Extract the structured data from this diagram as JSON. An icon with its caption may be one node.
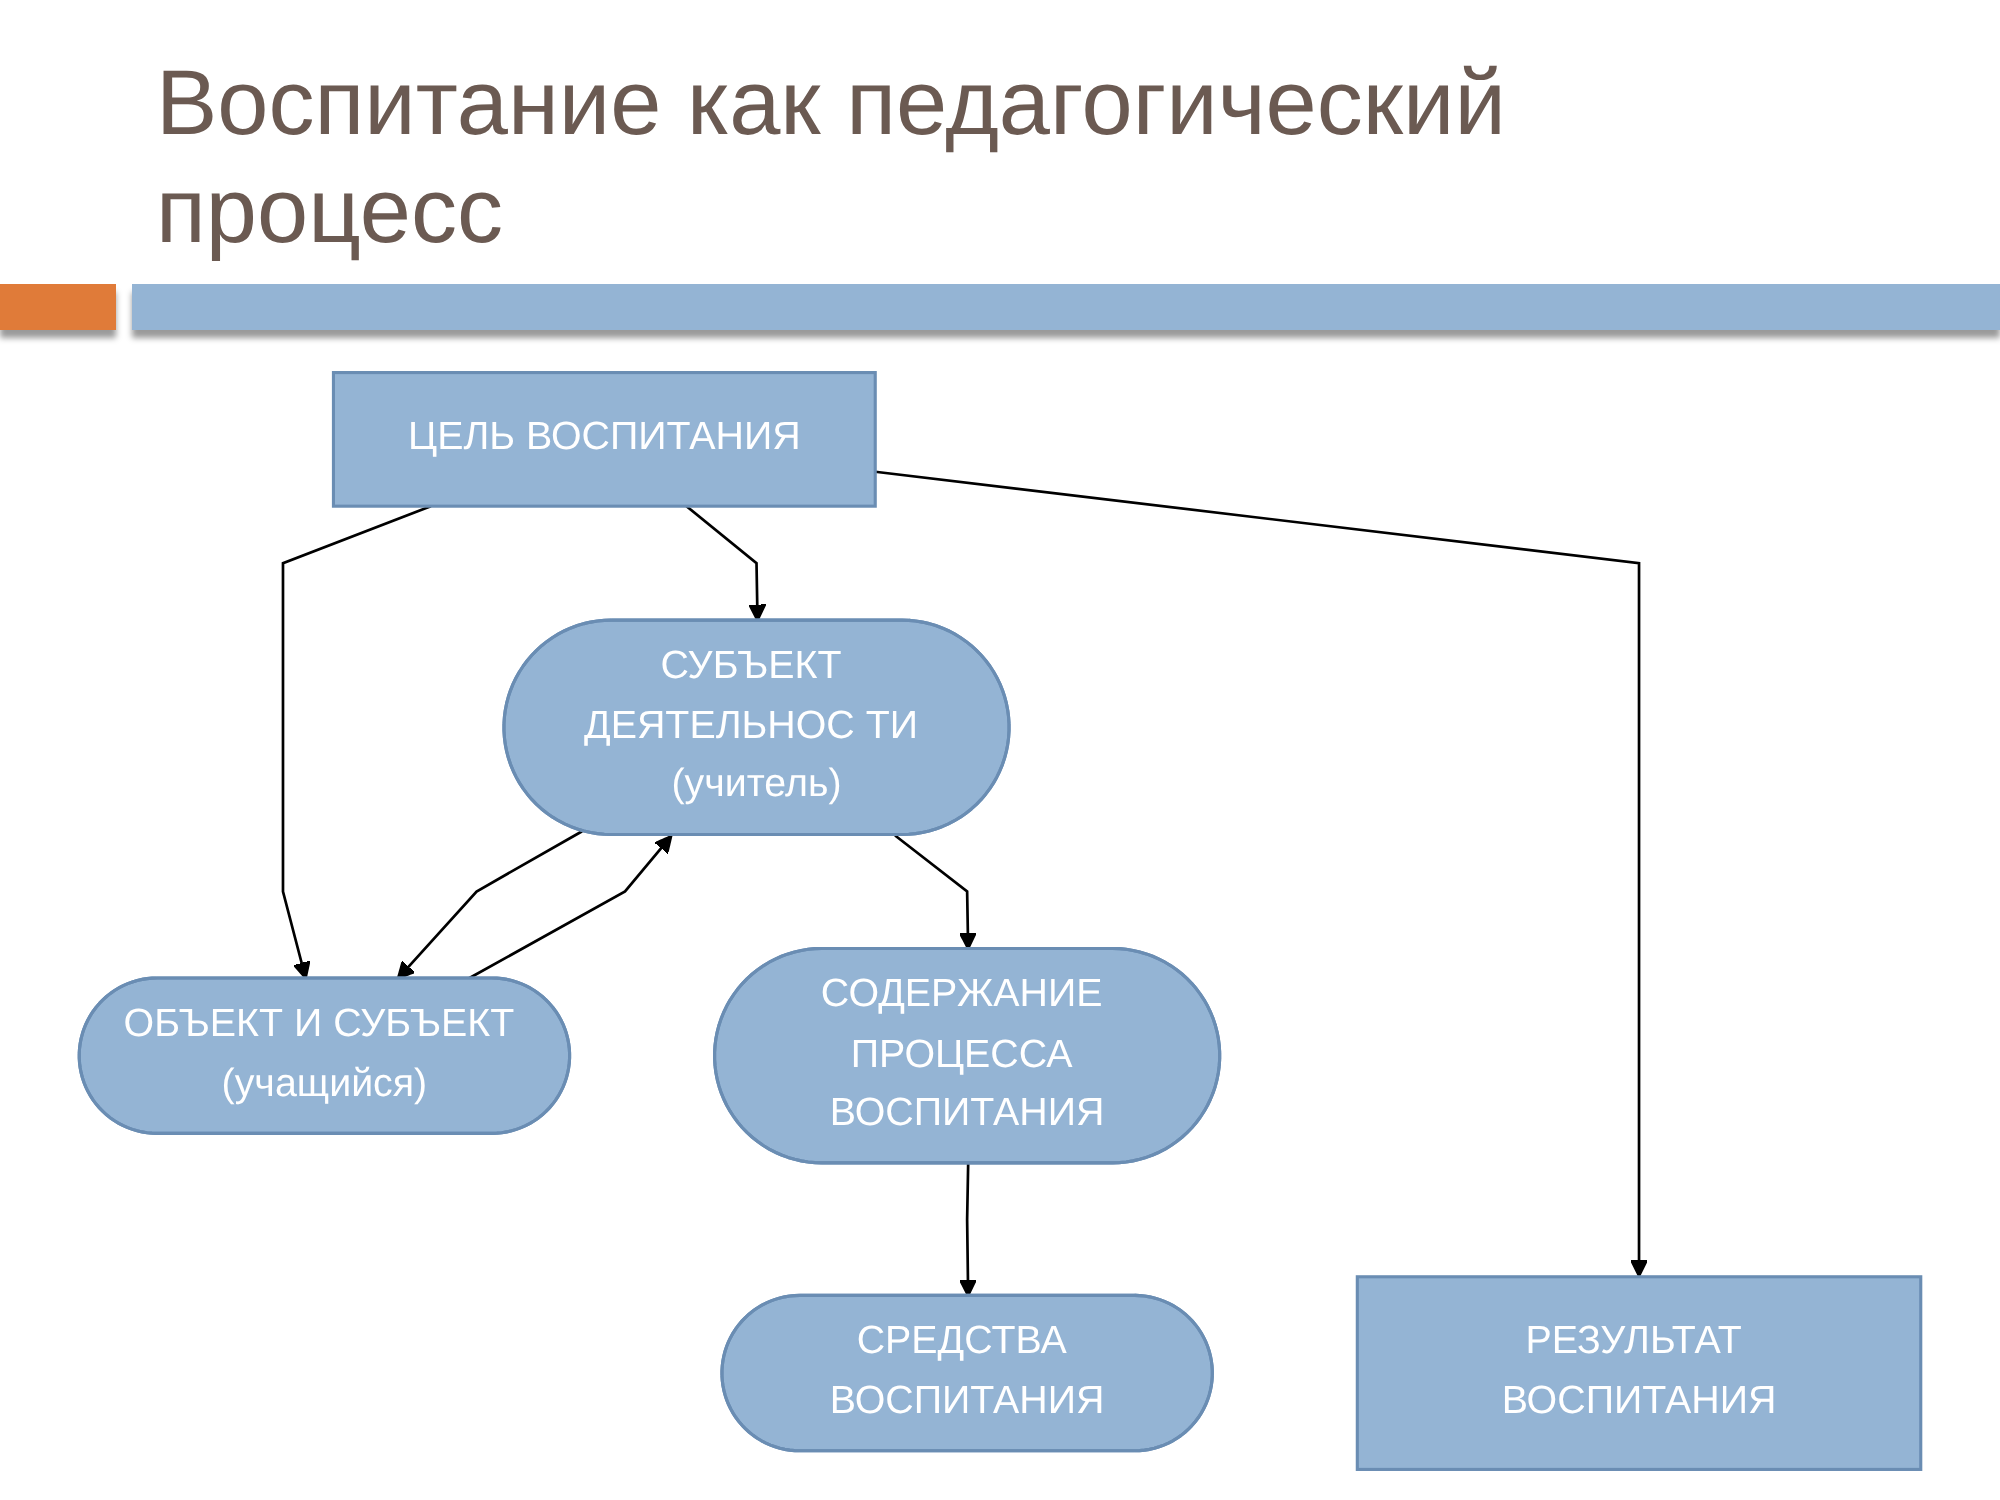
{
  "diagram": {
    "title": "Воспитание как педагогический процесс",
    "nodes": [
      {
        "text": [
          "ЦЕЛЬ ВОСПИТАНИЯ"
        ]
      },
      {
        "text": [
          "СУБЪЕКТ ДЕЯТЕЛЬНОС ТИ (учитель)"
        ]
      },
      {
        "text": [
          "ОБЪЕКТ И СУБЪЕКТ (учащийся)"
        ]
      },
      {
        "text": [
          "СОДЕРЖАНИЕ ПРОЦЕССА ВОСПИТАНИЯ"
        ]
      },
      {
        "text": [
          "СРЕДСТВА ВОСПИТАНИЯ"
        ]
      },
      {
        "text": [
          "РЕЗУЛЬТАТ ВОСПИТАНИЯ"
        ]
      }
    ],
    "edges": [
      {
        "from": 0,
        "to": 1,
        "arrow": "to"
      },
      {
        "from": 0,
        "to": 2,
        "arrow": "to"
      },
      {
        "from": 0,
        "to": 5,
        "arrow": "to"
      },
      {
        "from": 1,
        "to": 2,
        "arrow": "to"
      },
      {
        "from": 2,
        "to": 1,
        "arrow": "to"
      },
      {
        "from": 1,
        "to": 3,
        "arrow": "to"
      },
      {
        "from": 3,
        "to": 4,
        "arrow": "to"
      }
    ]
  }
}
